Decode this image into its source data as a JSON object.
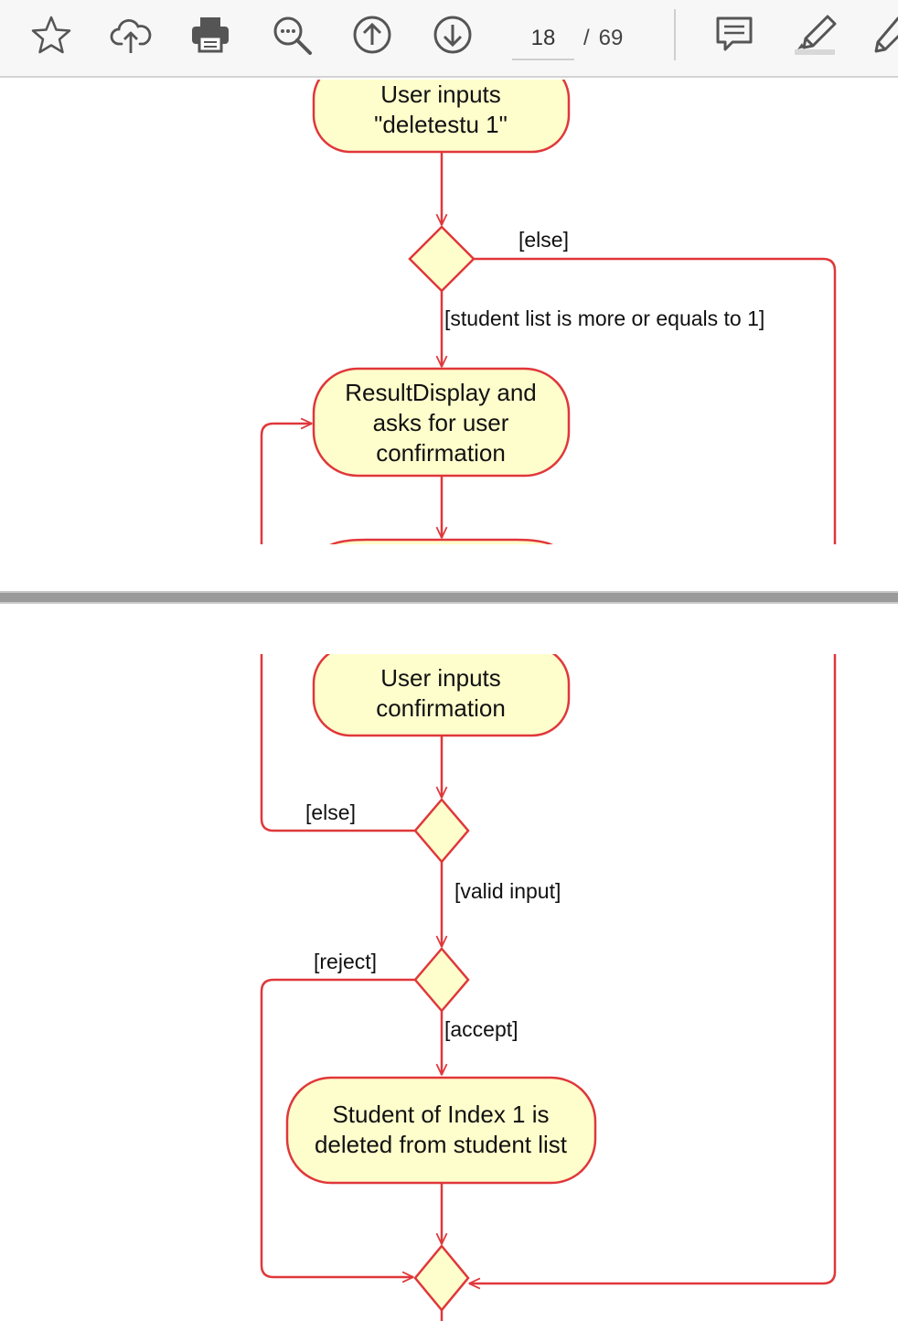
{
  "toolbar": {
    "current_page": "18",
    "total_pages": "69",
    "separator": "/"
  },
  "icons": [
    "star-icon",
    "cloud-upload-icon",
    "print-icon",
    "zoom-out-icon",
    "arrow-up-icon",
    "arrow-down-icon",
    "comment-icon",
    "highlight-icon",
    "sign-icon"
  ],
  "colors": {
    "node_fill": "#fefecc",
    "line": "#e0373a",
    "toolbar_bg": "#f7f7f7"
  },
  "diagram": {
    "page1": {
      "node_user_inputs": [
        "User inputs",
        "\"deletestu 1\""
      ],
      "guard_else_top": "[else]",
      "guard_student_list": "[student list is more or equals to 1]",
      "node_result_display": [
        "ResultDisplay and",
        "asks for user",
        "confirmation"
      ]
    },
    "page2": {
      "node_user_confirm": [
        "User inputs",
        "confirmation"
      ],
      "guard_else_left": "[else]",
      "guard_valid_input": "[valid input]",
      "guard_reject": "[reject]",
      "guard_accept": "[accept]",
      "node_deleted": [
        "Student of Index 1 is",
        "deleted from student list"
      ]
    }
  }
}
